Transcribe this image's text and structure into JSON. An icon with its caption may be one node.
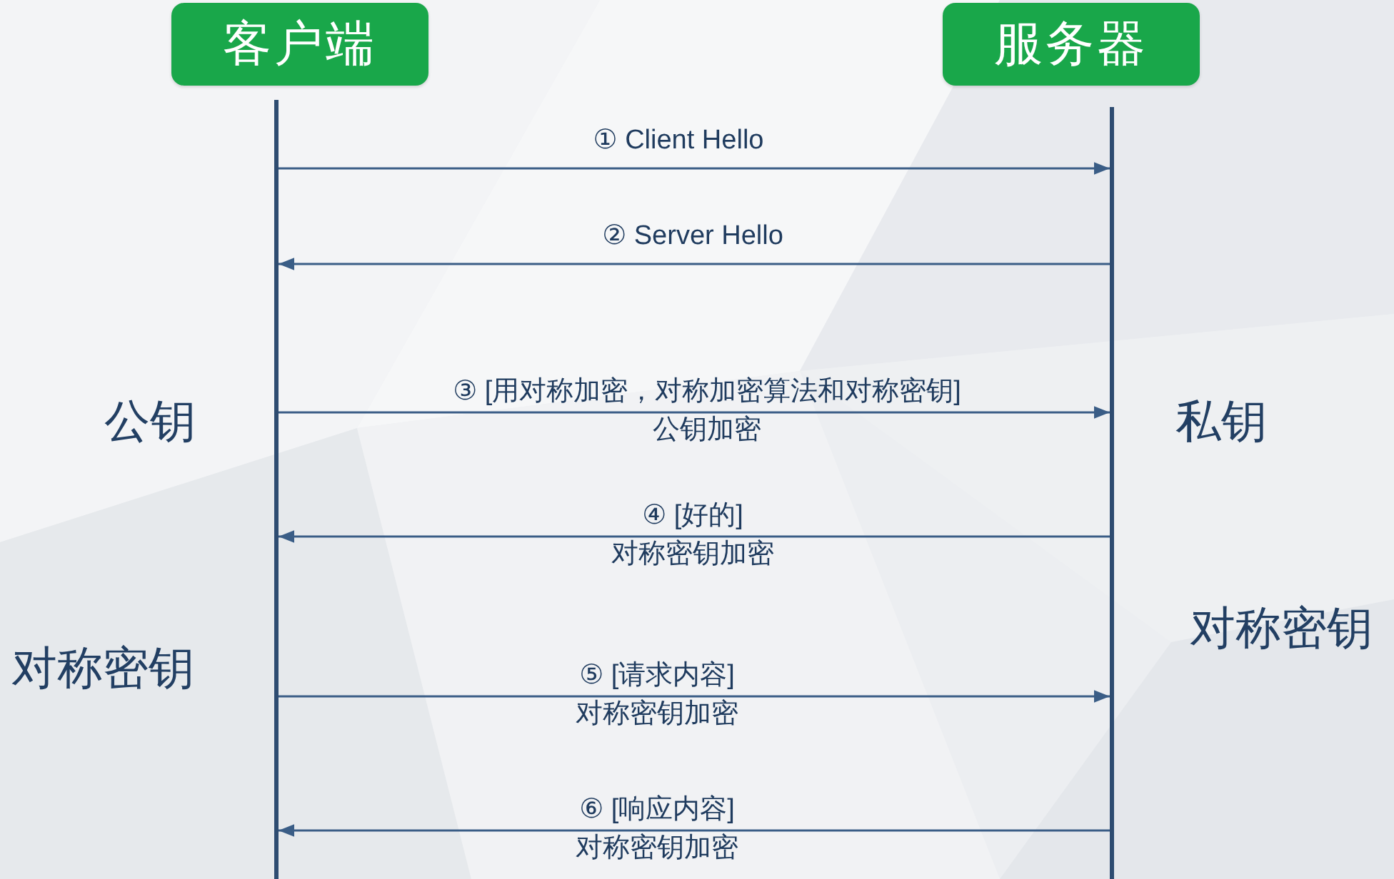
{
  "diagram": {
    "nodes": [
      {
        "text": [
          "客户端"
        ]
      },
      {
        "text": [
          "服务器"
        ]
      },
      {
        "text": [],
        "shape": "line",
        "beside": [
          "公钥",
          "对称密钥"
        ]
      },
      {
        "text": [],
        "shape": "line",
        "beside": [
          "私钥",
          "对称密钥"
        ]
      }
    ],
    "edges": [
      {
        "from": 2,
        "to": 3,
        "arrow": "to",
        "label": "① Client Hello"
      },
      {
        "from": 3,
        "to": 2,
        "arrow": "to",
        "label": "② Server Hello"
      },
      {
        "from": 2,
        "to": 3,
        "arrow": "to",
        "label": "③ [用对称加密，对称加密算法和对称密钥] 公钥加密"
      },
      {
        "from": 3,
        "to": 2,
        "arrow": "to",
        "label": "④ [好的] 对称密钥加密"
      },
      {
        "from": 2,
        "to": 3,
        "arrow": "to",
        "label": "⑤ [请求内容] 对称密钥加密"
      },
      {
        "from": 3,
        "to": 2,
        "arrow": "to",
        "label": "⑥ [响应内容] 对称密钥加密"
      }
    ]
  }
}
